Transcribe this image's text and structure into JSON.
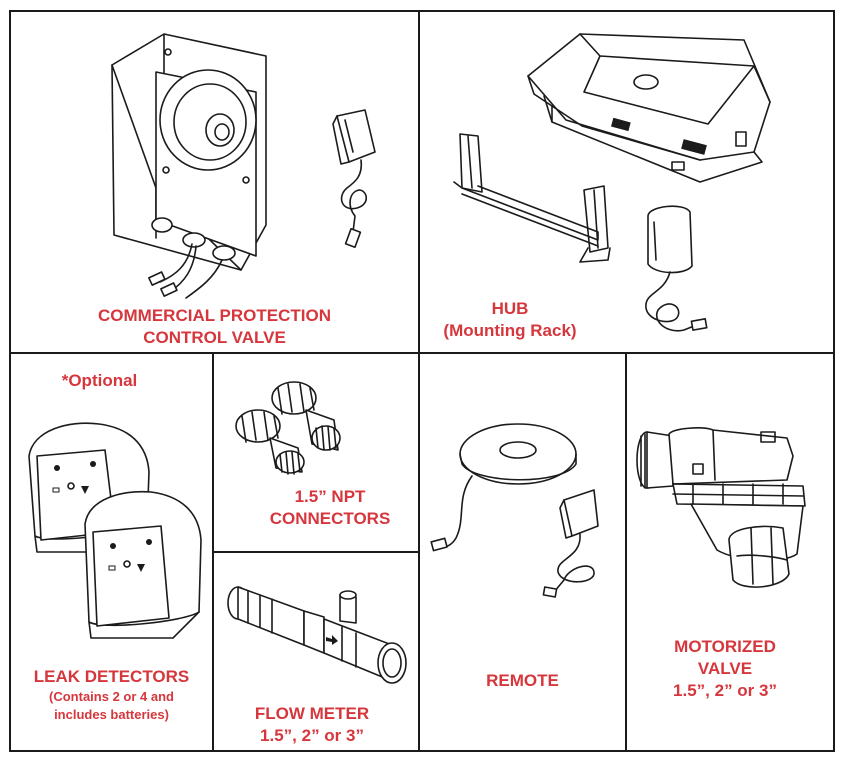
{
  "panels": {
    "valve": {
      "line1": "COMMERCIAL PROTECTION",
      "line2": "CONTROL VALVE"
    },
    "hub": {
      "line1": "HUB",
      "line2": "(Mounting Rack)"
    },
    "leak": {
      "optional": "*Optional",
      "title": "LEAK DETECTORS",
      "note1": "(Contains 2 or 4 and",
      "note2": "includes batteries)"
    },
    "connectors": {
      "line1": "1.5” NPT",
      "line2": "CONNECTORS"
    },
    "flow": {
      "line1": "FLOW METER",
      "line2": "1.5”, 2” or 3”"
    },
    "remote": {
      "line1": "REMOTE"
    },
    "motor": {
      "line1": "MOTORIZED",
      "line2": "VALVE",
      "line3": "1.5”, 2” or 3”"
    }
  },
  "colors": {
    "label": "#d6373d",
    "ink": "#1b1b1b",
    "background": "#ffffff"
  },
  "icons": [
    "control-valve-drawing",
    "power-adapter-drawing",
    "hub-drawing",
    "mounting-rack-drawing",
    "leak-detector-drawing",
    "npt-connector-drawing",
    "flow-meter-drawing",
    "remote-drawing",
    "motorized-valve-drawing"
  ]
}
